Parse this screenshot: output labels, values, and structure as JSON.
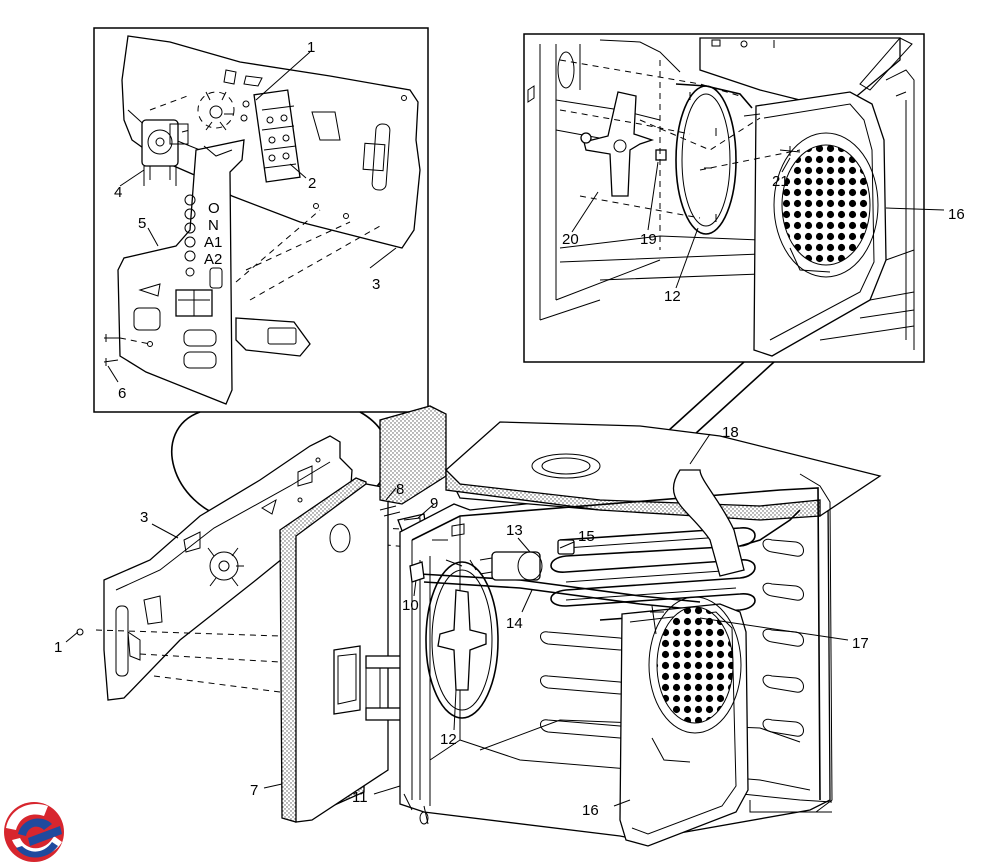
{
  "diagram": {
    "callouts": [
      {
        "id": "c1a",
        "text": "1"
      },
      {
        "id": "c2",
        "text": "2"
      },
      {
        "id": "c3a",
        "text": "3"
      },
      {
        "id": "c4",
        "text": "4"
      },
      {
        "id": "c5",
        "text": "5"
      },
      {
        "id": "c6",
        "text": "6"
      },
      {
        "id": "c3b",
        "text": "3"
      },
      {
        "id": "c1b",
        "text": "1"
      },
      {
        "id": "c7",
        "text": "7"
      },
      {
        "id": "c8",
        "text": "8"
      },
      {
        "id": "c9",
        "text": "9"
      },
      {
        "id": "c10",
        "text": "10"
      },
      {
        "id": "c11",
        "text": "11"
      },
      {
        "id": "c12a",
        "text": "12"
      },
      {
        "id": "c13",
        "text": "13"
      },
      {
        "id": "c14",
        "text": "14"
      },
      {
        "id": "c15",
        "text": "15"
      },
      {
        "id": "c16a",
        "text": "16"
      },
      {
        "id": "c17",
        "text": "17"
      },
      {
        "id": "c18",
        "text": "18"
      },
      {
        "id": "c16b",
        "text": "16"
      },
      {
        "id": "c19",
        "text": "19"
      },
      {
        "id": "c20",
        "text": "20"
      },
      {
        "id": "c21",
        "text": "21"
      },
      {
        "id": "c12b",
        "text": "12"
      }
    ],
    "panel_text": {
      "o_label": "O",
      "n_label": "N",
      "a1_label": "A1",
      "a2_label": "A2"
    }
  },
  "colors": {
    "line": "#000000",
    "background": "#ffffff",
    "logo_red": "#d7262e",
    "logo_blue": "#1f4a9e"
  },
  "icons": {
    "logo": "brand-logo-icon"
  }
}
